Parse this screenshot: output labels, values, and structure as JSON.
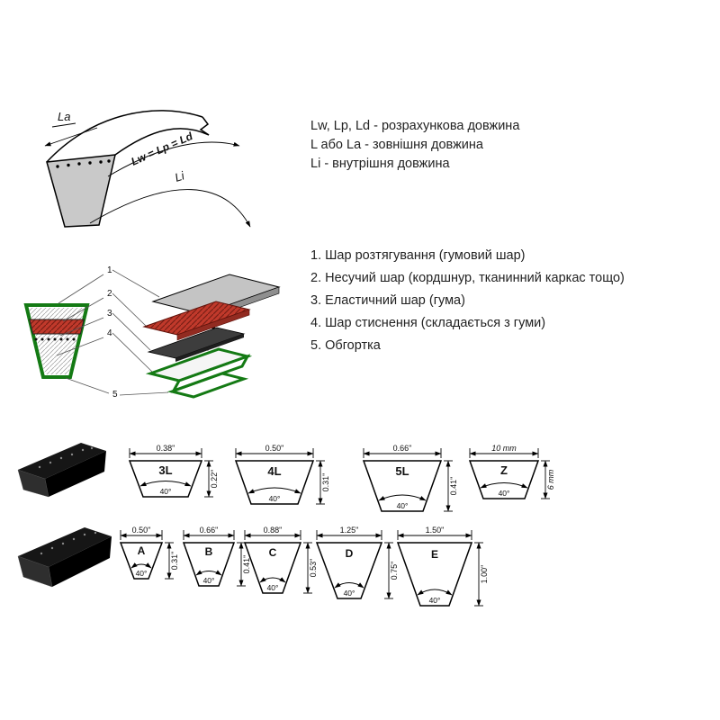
{
  "legend": {
    "line1": "Lw, Lp, Ld - розрахункова довжина",
    "line2": "L або La - зовнішня довжина",
    "line3": "Li - внутрішня довжина"
  },
  "length_diagram": {
    "label_la": "La",
    "label_lw": "Lw = Lp = Ld",
    "label_li": "Li"
  },
  "layers": {
    "items": [
      "1. Шар розтягування (гумовий шар)",
      "2. Несучий шар (кордшнур, тканинний каркас тощо)",
      "3. Еластичний шар (гума)",
      "4. Шар стиснення (складається з гуми)",
      "5. Обгортка"
    ],
    "callouts": [
      "1",
      "2",
      "3",
      "4",
      "5"
    ]
  },
  "profiles": {
    "angle": "40°",
    "row1": [
      {
        "label": "3L",
        "top": "0.38\"",
        "side": "0.22\""
      },
      {
        "label": "4L",
        "top": "0.50\"",
        "side": "0.31\""
      },
      {
        "label": "5L",
        "top": "0.66\"",
        "side": "0.41\""
      },
      {
        "label": "Z",
        "top": "10 mm",
        "side": "6 mm"
      }
    ],
    "row2": [
      {
        "label": "A",
        "top": "0.50\"",
        "side": "0.31\""
      },
      {
        "label": "B",
        "top": "0.66\"",
        "side": "0.41\""
      },
      {
        "label": "C",
        "top": "0.88\"",
        "side": "0.53\""
      },
      {
        "label": "D",
        "top": "1.25\"",
        "side": "0.75\""
      },
      {
        "label": "E",
        "top": "1.50\"",
        "side": "1.00\""
      }
    ]
  }
}
